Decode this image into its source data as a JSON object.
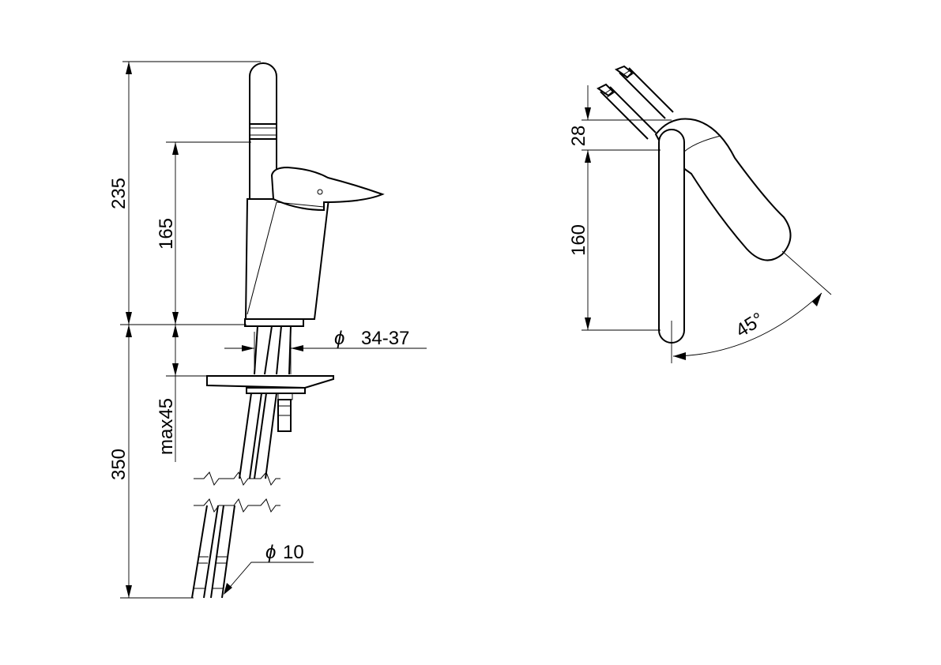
{
  "dimensions": {
    "side_total_height": "235",
    "side_spout_height": "165",
    "side_below_deck": "350",
    "side_deck_thickness": "max45",
    "side_hole_diameter": "34-37",
    "side_hole_diameter_symbol": "ϕ",
    "side_hose_diameter": "10",
    "side_hose_diameter_symbol": "ϕ",
    "top_lever_offset": "28",
    "top_spout_reach": "160",
    "top_rotation_angle": "45°"
  },
  "colors": {
    "line": "#000000",
    "background": "#ffffff"
  }
}
